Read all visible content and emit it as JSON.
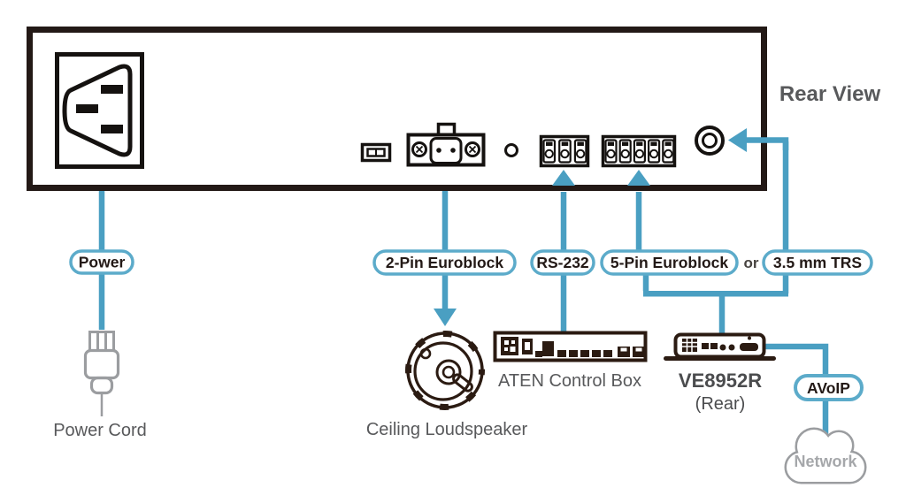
{
  "diagram": {
    "title": "Rear View",
    "badges": {
      "power": "Power",
      "two_pin": "2-Pin Euroblock",
      "rs232": "RS-232",
      "five_pin": "5-Pin Euroblock",
      "or": "or",
      "trs": "3.5 mm TRS",
      "avoip": "AVoIP"
    },
    "labels": {
      "power_cord": "Power Cord",
      "speaker": "Ceiling Loudspeaker",
      "control_box": "ATEN Control Box",
      "extender": "VE8952R",
      "extender_sub": "(Rear)",
      "network": "Network"
    },
    "colors": {
      "line_blue": "#4a9fc2",
      "badge_border": "#5cabca",
      "panel_dark": "#231916",
      "connector_dark": "#151210",
      "device_dark": "#2b1b12",
      "label_gray": "#58595b",
      "muted_gray": "#9b9da0",
      "network_text_gray": "#a5a7aa"
    }
  }
}
